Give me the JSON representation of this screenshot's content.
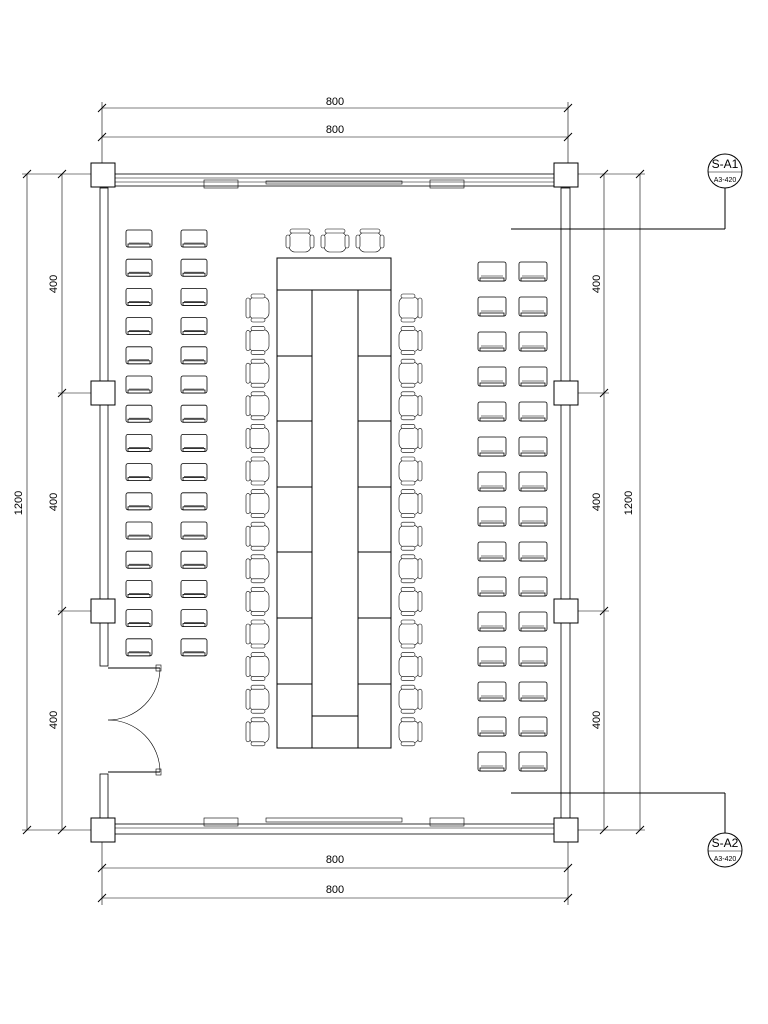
{
  "dimensions": {
    "top_outer": "800",
    "top_inner": "800",
    "bottom_inner": "800",
    "bottom_outer": "800",
    "left_total": "1200",
    "left_seg_1": "400",
    "left_seg_2": "400",
    "left_seg_3": "400",
    "right_total": "1200",
    "right_seg_1": "400",
    "right_seg_2": "400",
    "right_seg_3": "400"
  },
  "section_tags": [
    {
      "id": "S-A1",
      "sheet": "A3-420"
    },
    {
      "id": "S-A2",
      "sheet": "A3-420"
    }
  ],
  "seating": {
    "left_block_rows": 15,
    "left_block_columns": 2,
    "right_block_rows": 15,
    "right_block_columns": 2,
    "conference_chairs_per_side": 14,
    "head_chairs": 3
  }
}
